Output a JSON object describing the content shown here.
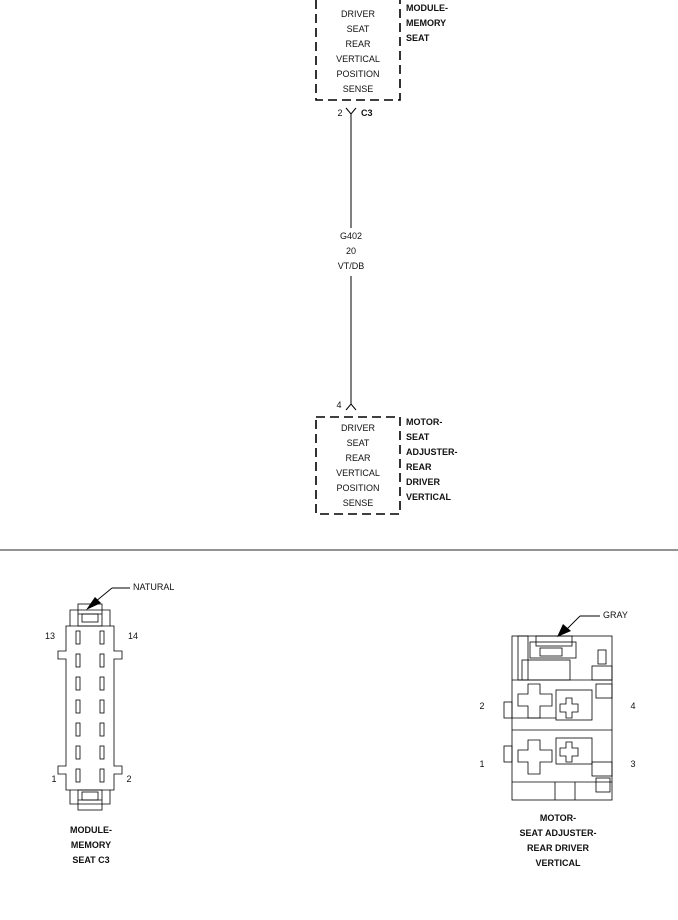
{
  "top_component": {
    "function_lines": [
      "DRIVER",
      "SEAT",
      "REAR",
      "VERTICAL",
      "POSITION",
      "SENSE"
    ],
    "module_lines": [
      "MODULE-",
      "MEMORY",
      "SEAT"
    ],
    "pin": "2",
    "connector": "C3"
  },
  "wire": {
    "circuit": "G402",
    "gauge": "20",
    "color": "VT/DB"
  },
  "bottom_component": {
    "function_lines": [
      "DRIVER",
      "SEAT",
      "REAR",
      "VERTICAL",
      "POSITION",
      "SENSE"
    ],
    "module_lines": [
      "MOTOR-",
      "SEAT",
      "ADJUSTER-",
      "REAR",
      "DRIVER",
      "VERTICAL"
    ],
    "pin": "4"
  },
  "connector_left": {
    "color_label": "NATURAL",
    "pins": {
      "top_left": "13",
      "top_right": "14",
      "bottom_left": "1",
      "bottom_right": "2"
    },
    "caption": [
      "MODULE-",
      "MEMORY",
      "SEAT C3"
    ]
  },
  "connector_right": {
    "color_label": "GRAY",
    "pins": {
      "upper_left": "2",
      "upper_right": "4",
      "lower_left": "1",
      "lower_right": "3"
    },
    "caption": [
      "MOTOR-",
      "SEAT ADJUSTER-",
      "REAR DRIVER",
      "VERTICAL"
    ]
  }
}
